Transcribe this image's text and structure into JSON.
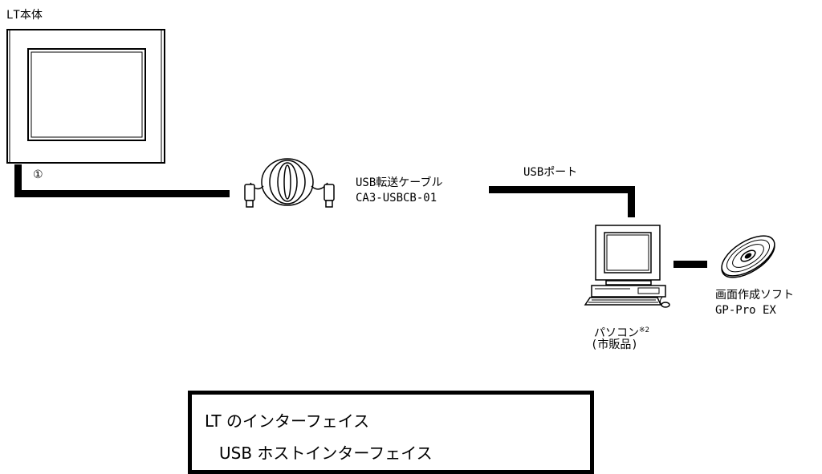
{
  "device": {
    "title": "LT本体",
    "port_marker": "①"
  },
  "cable": {
    "name": "USB転送ケーブル",
    "model": "CA3-USBCB-01"
  },
  "pc_port": {
    "label": "USBポート"
  },
  "pc": {
    "name": "パソコン",
    "note": "※2",
    "sub": "(市販品)"
  },
  "software": {
    "title": "画面作成ソフト",
    "product": "GP-Pro EX"
  },
  "interface_box": {
    "line1": "LT のインターフェイス",
    "line2": "USB ホストインターフェイス"
  },
  "icons": [
    "lt-panel-icon",
    "usb-cable-icon",
    "pc-icon",
    "cd-icon"
  ]
}
